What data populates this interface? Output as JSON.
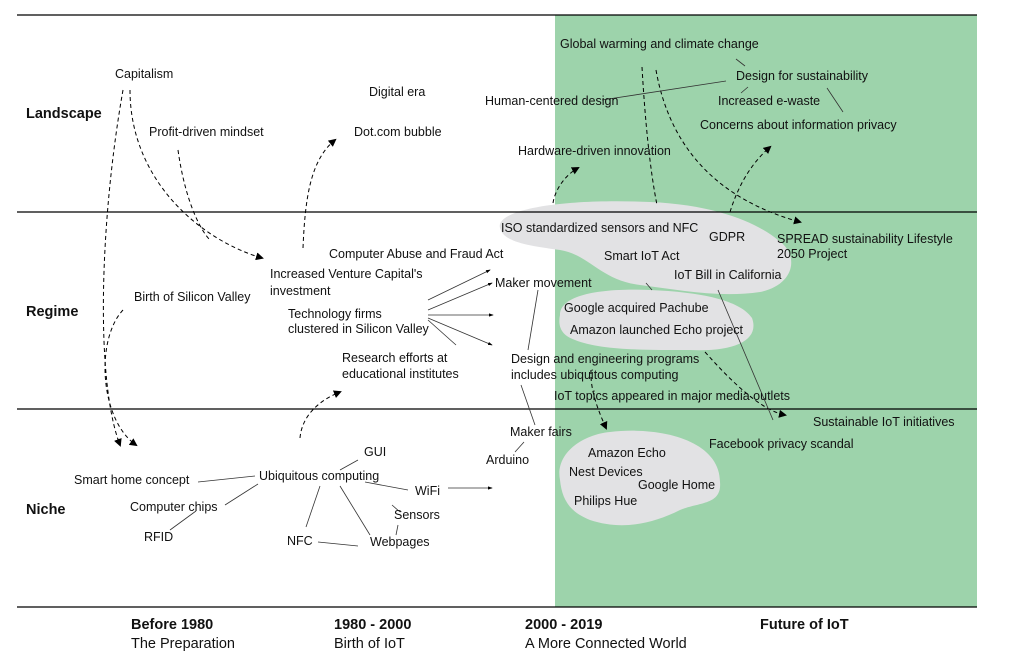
{
  "colors": {
    "future_bg": "#9dd3ab",
    "cluster": "#e2e2e4"
  },
  "layers": {
    "landscape": "Landscape",
    "regime": "Regime",
    "niche": "Niche"
  },
  "periods": [
    {
      "title": "Before 1980",
      "subtitle": "The Preparation"
    },
    {
      "title": "1980 - 2000",
      "subtitle": "Birth of IoT"
    },
    {
      "title": "2000 - 2019",
      "subtitle": "A More Connected World"
    },
    {
      "title": "Future of IoT",
      "subtitle": ""
    }
  ],
  "landscape": {
    "capitalism": "Capitalism",
    "profit": "Profit-driven mindset",
    "digital_era": "Digital era",
    "dotcom": "Dot.com bubble",
    "global_warming": "Global warming and climate change",
    "design_sust": "Design for sustainability",
    "human_centered": "Human-centered design",
    "ewaste": "Increased e-waste",
    "privacy": "Concerns about information privacy",
    "hardware": "Hardware-driven innovation"
  },
  "regime": {
    "iso": "ISO standardized sensors and NFC",
    "gdpr": "GDPR",
    "spread1": "SPREAD sustainability Lifestyle",
    "spread2": "2050 Project",
    "smart_iot": "Smart IoT Act",
    "cfaa": "Computer Abuse and Fraud Act",
    "vc1": "Increased Venture Capital's",
    "vc2": "investment",
    "iot_bill": "IoT Bill in California",
    "maker_movement": "Maker movement",
    "silicon_valley": "Birth of Silicon Valley",
    "tech1": "Technology firms",
    "tech2": "clustered in Silicon Valley",
    "pachube": "Google acquired Pachube",
    "echo_project": "Amazon launched Echo project",
    "research1": "Research efforts at",
    "research2": "educational institutes",
    "design1": "Design and engineering programs",
    "design2": "includes ubiquitous computing",
    "media": "IoT topics appeared in major media outlets"
  },
  "niche": {
    "sustainable": "Sustainable IoT initiatives",
    "maker_fairs": "Maker fairs",
    "facebook": "Facebook privacy scandal",
    "gui": "GUI",
    "amazon_echo": "Amazon Echo",
    "arduino": "Arduino",
    "nest": "Nest Devices",
    "smart_home": "Smart home concept",
    "ubicomp": "Ubiquitous computing",
    "google_home": "Google Home",
    "wifi": "WiFi",
    "philips": "Philips Hue",
    "chips": "Computer chips",
    "sensors": "Sensors",
    "rfid": "RFID",
    "nfc": "NFC",
    "webpages": "Webpages"
  }
}
